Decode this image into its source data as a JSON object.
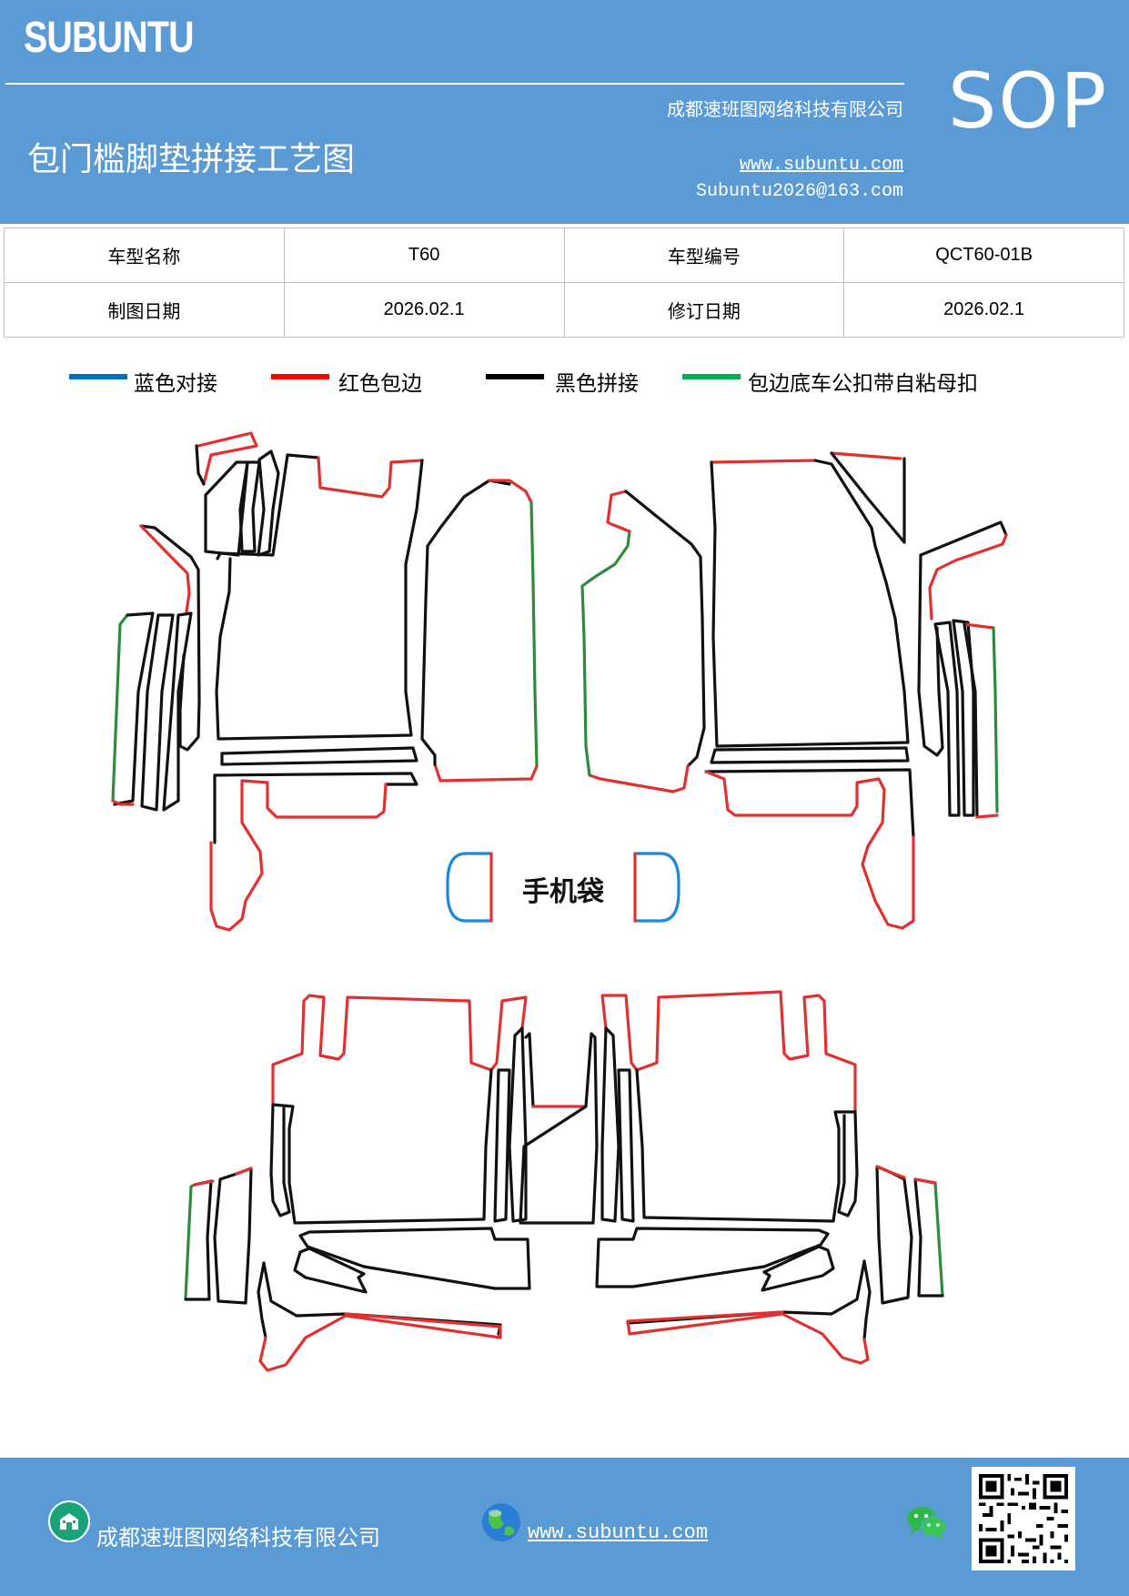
{
  "header": {
    "brand": "SUBUNTU",
    "company": "成都速班图网络科技有限公司",
    "title": "包门槛脚垫拼接工艺图",
    "website": "www.subuntu.com",
    "email": "Subuntu2026@163.com",
    "badge": "SOP"
  },
  "info_table": {
    "model_name_label": "车型名称",
    "model_name_value": "T60",
    "model_code_label": "车型编号",
    "model_code_value": "QCT60-01B",
    "draw_date_label": "制图日期",
    "draw_date_value": "2026.02.1",
    "revise_date_label": "修订日期",
    "revise_date_value": "2026.02.1"
  },
  "legend": [
    {
      "label": "蓝色对接",
      "color": "#0070c0"
    },
    {
      "label": "红色包边",
      "color": "#ff0000"
    },
    {
      "label": "黑色拼接",
      "color": "#000000"
    },
    {
      "label": "包边底车公扣带自粘母扣",
      "color": "#00b050"
    }
  ],
  "diagram": {
    "phone_pocket_label": "手机袋",
    "colors": {
      "black": "#111111",
      "red": "#e03030",
      "green": "#2e8b3e",
      "blue": "#1e88d8"
    }
  },
  "footer": {
    "company": "成都速班图网络科技有限公司",
    "website": "www.subuntu.com",
    "building_icon": "building-icon",
    "globe_icon": "globe-icon",
    "wechat_icon": "wechat-icon",
    "qr_code": "qr-code"
  }
}
